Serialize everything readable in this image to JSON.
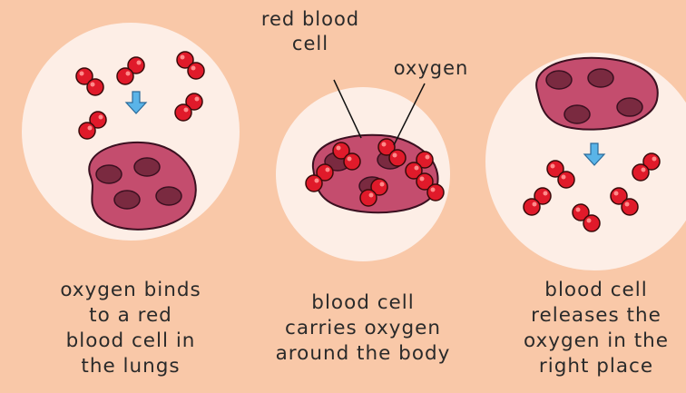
{
  "labels": {
    "red_blood_cell": "red blood\ncell",
    "oxygen": "oxygen"
  },
  "steps": [
    {
      "caption": "oxygen binds\nto a red\nblood cell in\nthe lungs"
    },
    {
      "caption": "blood cell\ncarries oxygen\naround the body"
    },
    {
      "caption": "blood cell\nreleases the\noxygen in the\nright place"
    }
  ],
  "colors": {
    "background": "#f9c8a8",
    "panel": "#fdeee6",
    "cell": "#c44d6e",
    "cell_spot": "#7a2a40",
    "oxygen": "#e01a2a",
    "arrow": "#5ab4e8"
  },
  "icons": [
    "down-arrow-icon",
    "oxygen-molecule-icon",
    "red-blood-cell-icon"
  ]
}
